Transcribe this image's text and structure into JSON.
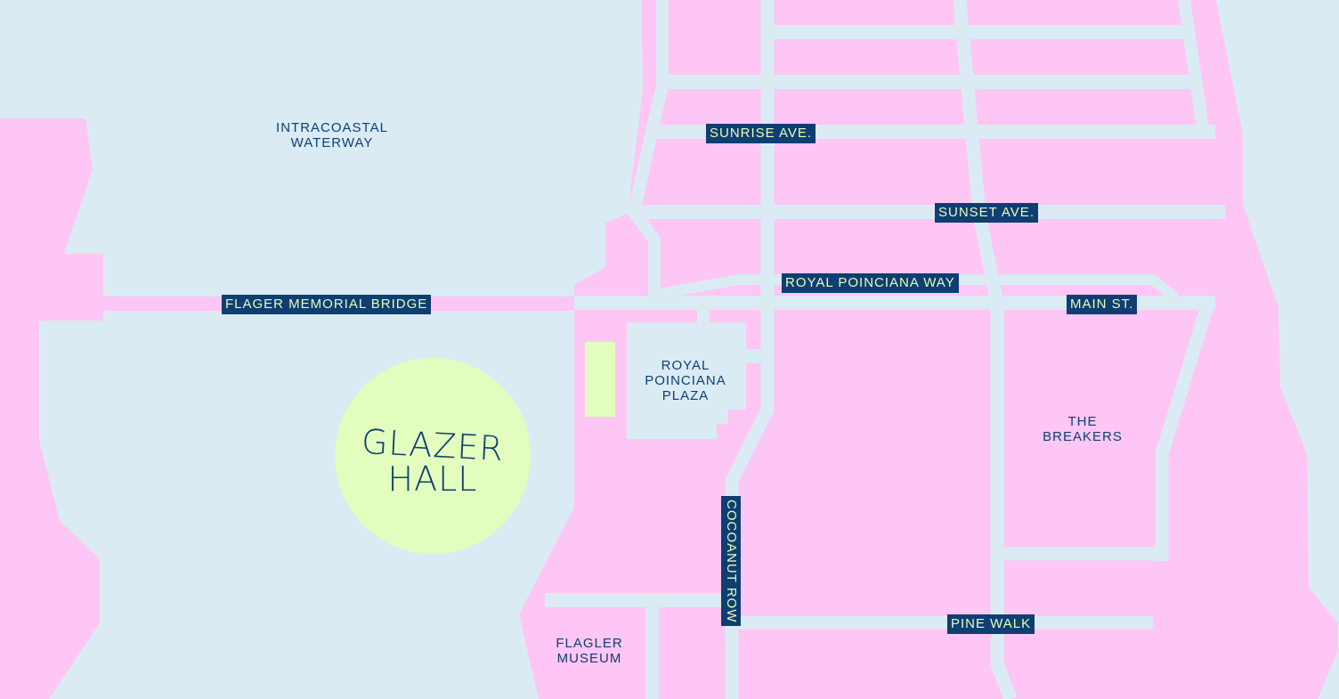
{
  "colors": {
    "water": "#dbebf4",
    "land": "#fdc6f4",
    "accent": "#e2fdbd",
    "label_bg": "#0e3e72",
    "label_text": "#e8fcb8"
  },
  "streets": {
    "sunrise": "SUNRISE AVE.",
    "sunset": "SUNSET AVE.",
    "royal_poinciana_way": "ROYAL POINCIANA WAY",
    "bridge": "FLAGER MEMORIAL BRIDGE",
    "main": "MAIN ST.",
    "cocoanut_row": "COCOANUT ROW",
    "pine_walk": "PINE WALK"
  },
  "places": {
    "waterway": "INTRACOASTAL\nWATERWAY",
    "plaza": "ROYAL\nPOINCIANA\nPLAZA",
    "breakers": "THE\nBREAKERS",
    "museum": "FLAGLER\nMUSEUM"
  },
  "venue": {
    "line1": "GLAZER",
    "line2": "HALL"
  }
}
